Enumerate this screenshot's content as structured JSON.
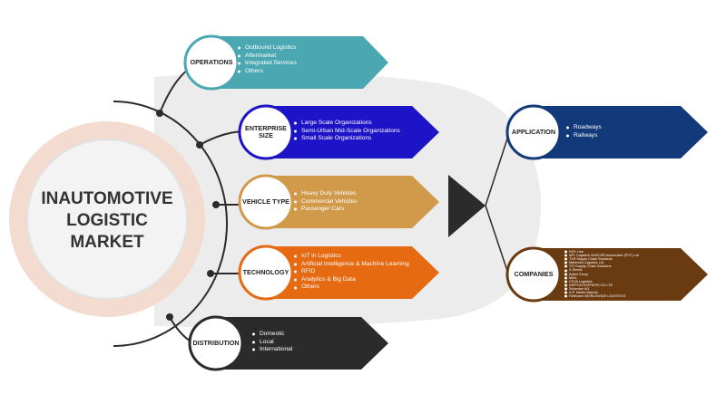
{
  "main": {
    "title_lines": [
      "INAUTOMOTIVE",
      "LOGISTIC",
      "MARKET"
    ]
  },
  "colors": {
    "operations": "#4ba8b3",
    "enterprise": "#1e14c7",
    "vehicle": "#d09a4a",
    "technology": "#e56a12",
    "distribution": "#2b2b2b",
    "application": "#12397a",
    "companies": "#6a3a10",
    "backdrop": "#ececec",
    "halo": "#f3dccf",
    "arc": "#2b2b2b"
  },
  "segments": {
    "operations": {
      "label": "OPERATIONS",
      "items": [
        "Outbound Logistics",
        "Aftermarket",
        "Integrated Services",
        "Others"
      ]
    },
    "enterprise": {
      "label": "ENTERPRISE SIZE",
      "items": [
        "Large Scale Organizations",
        "Semi-Urban Mid-Scale Organizations",
        "Small Scale Organizations"
      ]
    },
    "vehicle": {
      "label": "VEHICLE TYPE",
      "items": [
        "Heavy Duty Vehicles",
        "Commercial Vehicles",
        "Passenger Cars"
      ]
    },
    "technology": {
      "label": "TECHNOLOGY",
      "items": [
        "IoT in Logistics",
        "Artificial Intelligence & Machine Learning",
        "RFID",
        "Analytics & Big Data",
        "Others"
      ]
    },
    "distribution": {
      "label": "DISTRIBUTION",
      "items": [
        "Domestic",
        "Local",
        "International"
      ]
    },
    "application": {
      "label": "APPLICATION",
      "items": [
        "Roadways",
        "Railways"
      ]
    },
    "companies": {
      "label": "COMPANIES",
      "items": [
        "NYK Line",
        "APL Logistics VASCOR Automotive (PVT) Ltd",
        "TVS Supply Chain Solutions",
        "Mahindra Logistics Ltd",
        "TCI Supply Chain Solutions",
        "X-Steels",
        "Adani Group",
        "MWL",
        "CEVA Logistics",
        "NIPPON EXPRESS CO LTD",
        "Schenker AG",
        "A.P. Moller-Maersk",
        "Hellmann WORLDWIDE LOGISTICS"
      ]
    }
  }
}
